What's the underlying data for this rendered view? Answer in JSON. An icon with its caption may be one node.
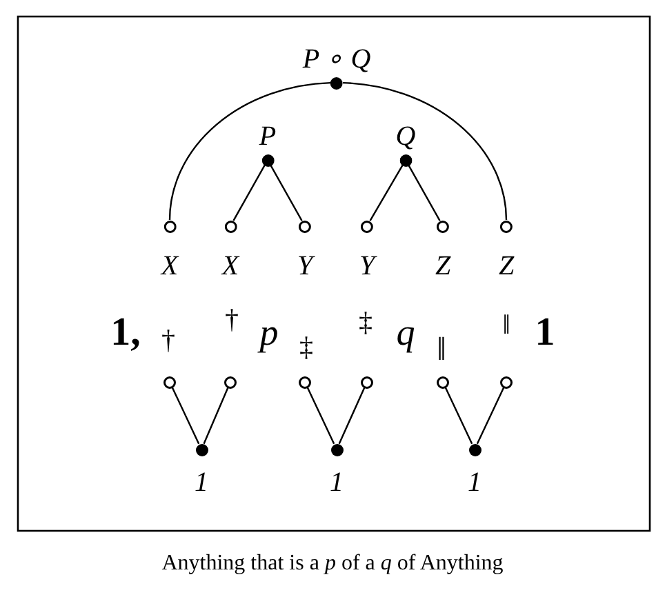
{
  "diagram": {
    "caption": "Anything that is a *p* of a *q* of Anything",
    "nodes": [
      {
        "text": [],
        "shape": "dot",
        "beside": [
          "P ∘ Q"
        ]
      },
      {
        "text": [],
        "shape": "dot",
        "beside": [
          "P"
        ]
      },
      {
        "text": [],
        "shape": "dot",
        "beside": [
          "Q"
        ]
      },
      {
        "text": [],
        "shape": "circle",
        "beside": [
          "X"
        ]
      },
      {
        "text": [],
        "shape": "circle",
        "beside": [
          "X"
        ]
      },
      {
        "text": [],
        "shape": "circle",
        "beside": [
          "Y"
        ]
      },
      {
        "text": [],
        "shape": "circle",
        "beside": [
          "Y"
        ]
      },
      {
        "text": [],
        "shape": "circle",
        "beside": [
          "Z"
        ]
      },
      {
        "text": [],
        "shape": "circle",
        "beside": [
          "Z"
        ]
      },
      {
        "text": [],
        "shape": "circle"
      },
      {
        "text": [],
        "shape": "circle"
      },
      {
        "text": [],
        "shape": "circle"
      },
      {
        "text": [],
        "shape": "circle"
      },
      {
        "text": [],
        "shape": "circle"
      },
      {
        "text": [],
        "shape": "circle"
      },
      {
        "text": [],
        "shape": "dot",
        "beside": [
          "1"
        ]
      },
      {
        "text": [],
        "shape": "dot",
        "beside": [
          "1"
        ]
      },
      {
        "text": [],
        "shape": "dot",
        "beside": [
          "1"
        ]
      }
    ],
    "edges": [
      {
        "from": 0,
        "to": 3,
        "arrow": "none"
      },
      {
        "from": 0,
        "to": 8,
        "arrow": "none"
      },
      {
        "from": 1,
        "to": 4,
        "arrow": "none"
      },
      {
        "from": 1,
        "to": 5,
        "arrow": "none"
      },
      {
        "from": 2,
        "to": 6,
        "arrow": "none"
      },
      {
        "from": 2,
        "to": 7,
        "arrow": "none"
      },
      {
        "from": 15,
        "to": 9,
        "arrow": "none"
      },
      {
        "from": 15,
        "to": 10,
        "arrow": "none"
      },
      {
        "from": 16,
        "to": 11,
        "arrow": "none"
      },
      {
        "from": 16,
        "to": 12,
        "arrow": "none"
      },
      {
        "from": 17,
        "to": 13,
        "arrow": "none"
      },
      {
        "from": 17,
        "to": 14,
        "arrow": "none"
      }
    ],
    "labels": [
      "1,",
      "†",
      "†",
      "p",
      "‡",
      "‡",
      "q",
      "‖",
      "‖",
      "1"
    ]
  }
}
